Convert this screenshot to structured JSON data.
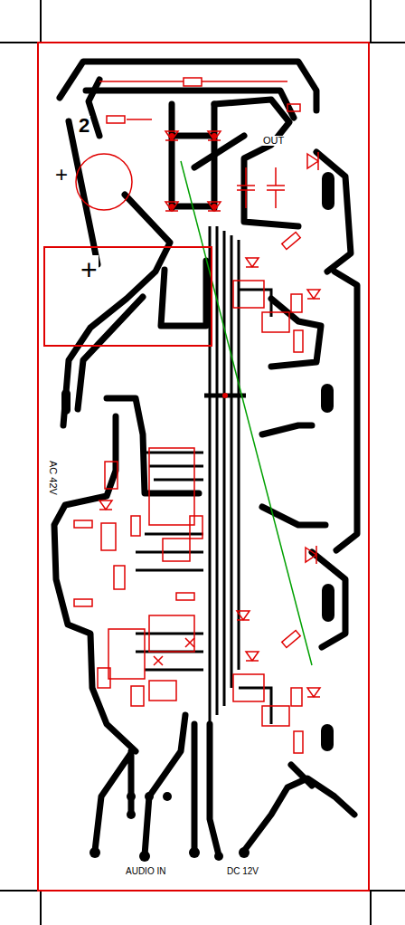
{
  "diagram": {
    "nodes": [
      {
        "text": [
          "+"
        ]
      },
      {
        "text": [
          "+"
        ]
      }
    ],
    "labels": [
      "2",
      "OUT",
      "AC 42V",
      "AUDIO IN",
      "DC 12V"
    ]
  }
}
